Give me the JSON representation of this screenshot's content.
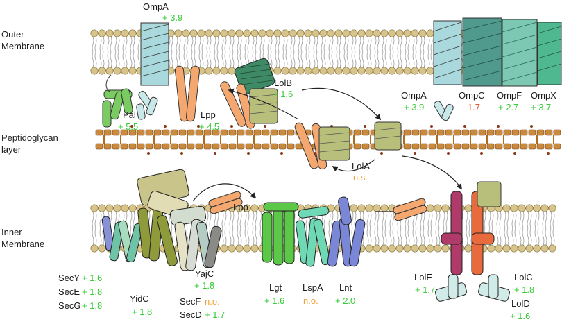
{
  "layers": {
    "outer_membrane": [
      "Outer",
      "Membrane"
    ],
    "peptidoglycan": [
      "Peptidoglycan",
      "layer"
    ],
    "inner_membrane": [
      "Inner",
      "Membrane"
    ]
  },
  "colors": {
    "positive": "#33cc33",
    "negative": "#e8542c",
    "not_significant": "#f0a030",
    "head": "#d8c48a",
    "peptidoglycan": "#b06a20"
  },
  "proteins": {
    "ompA_top": {
      "name": "OmpA",
      "value": "+ 3.9"
    },
    "ompA_right": {
      "name": "OmpA",
      "value": "+ 3.9"
    },
    "ompC": {
      "name": "OmpC",
      "value": "- 1.7"
    },
    "ompF": {
      "name": "OmpF",
      "value": "+ 2.7"
    },
    "ompX": {
      "name": "OmpX",
      "value": "+ 3.7"
    },
    "lolB": {
      "name": "LolB",
      "value": "+ 1.6"
    },
    "pal": {
      "name": "Pal",
      "value": "+ 5.5"
    },
    "lpp_outer": {
      "name": "Lpp",
      "value": "+ 4.5"
    },
    "lolA": {
      "name": "LolA",
      "value": "n.s."
    },
    "lpp_inner": {
      "name": "Lpp"
    },
    "secY": {
      "name": "SecY",
      "value": "+ 1.6"
    },
    "secE": {
      "name": "SecE",
      "value": "+ 1.8"
    },
    "secG": {
      "name": "SecG",
      "value": "+ 1.8"
    },
    "yidC": {
      "name": "YidC",
      "value": "+ 1.8"
    },
    "yajC": {
      "name": "YajC",
      "value": "+ 1.8"
    },
    "secF": {
      "name": "SecF",
      "value": "n.o."
    },
    "secD": {
      "name": "SecD",
      "value": "+ 1.7"
    },
    "lgt": {
      "name": "Lgt",
      "value": "+ 1.6"
    },
    "lspA": {
      "name": "LspA",
      "value": "n.o."
    },
    "lnt": {
      "name": "Lnt",
      "value": "+ 2.0"
    },
    "lolE": {
      "name": "LolE",
      "value": "+ 1.7"
    },
    "lolC": {
      "name": "LolC",
      "value": "+ 1.8"
    },
    "lolD": {
      "name": "LolD",
      "value": "+ 1.6"
    }
  }
}
